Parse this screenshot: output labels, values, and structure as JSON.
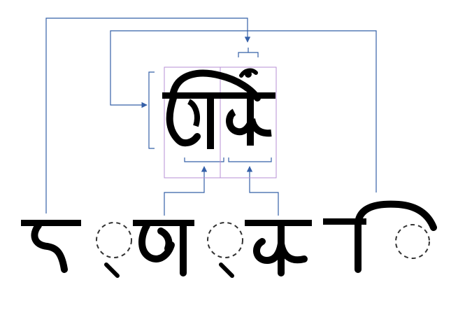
{
  "diagram": {
    "result_glyph": {
      "left_char": "र्ल्",
      "right_char": "कि"
    },
    "source_sequence": {
      "glyph_1": "र",
      "halant_1": "्",
      "glyph_2": "ल",
      "halant_2": "्",
      "glyph_3": "क",
      "glyph_4": "ि"
    }
  },
  "colors": {
    "connector": "#3560a8",
    "box_stroke": "#b78fd6",
    "glyph": "#000000",
    "dotted_circle": "#333333"
  }
}
